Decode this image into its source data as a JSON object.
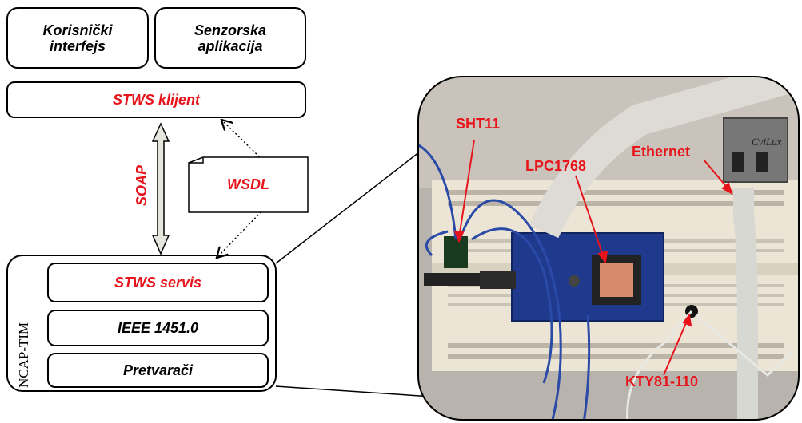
{
  "diagram": {
    "top_boxes": [
      {
        "line1": "Korisnički",
        "line2": "interfejs"
      },
      {
        "line1": "Senzorska",
        "line2": "aplikacija"
      }
    ],
    "client": "STWS klijent",
    "protocol": "SOAP",
    "wsdl": "WSDL",
    "ncap_label": "NCAP-TIM",
    "ncap_layers": [
      "STWS servis",
      "IEEE 1451.0",
      "Pretvarači"
    ]
  },
  "photo": {
    "labels": [
      "SHT11",
      "LPC1768",
      "Ethernet",
      "KTY81-110",
      "CviLux"
    ]
  },
  "colors": {
    "accent": "#e8141b",
    "board_blue": "#1f3a8c",
    "breadboard": "#ece5d6"
  }
}
